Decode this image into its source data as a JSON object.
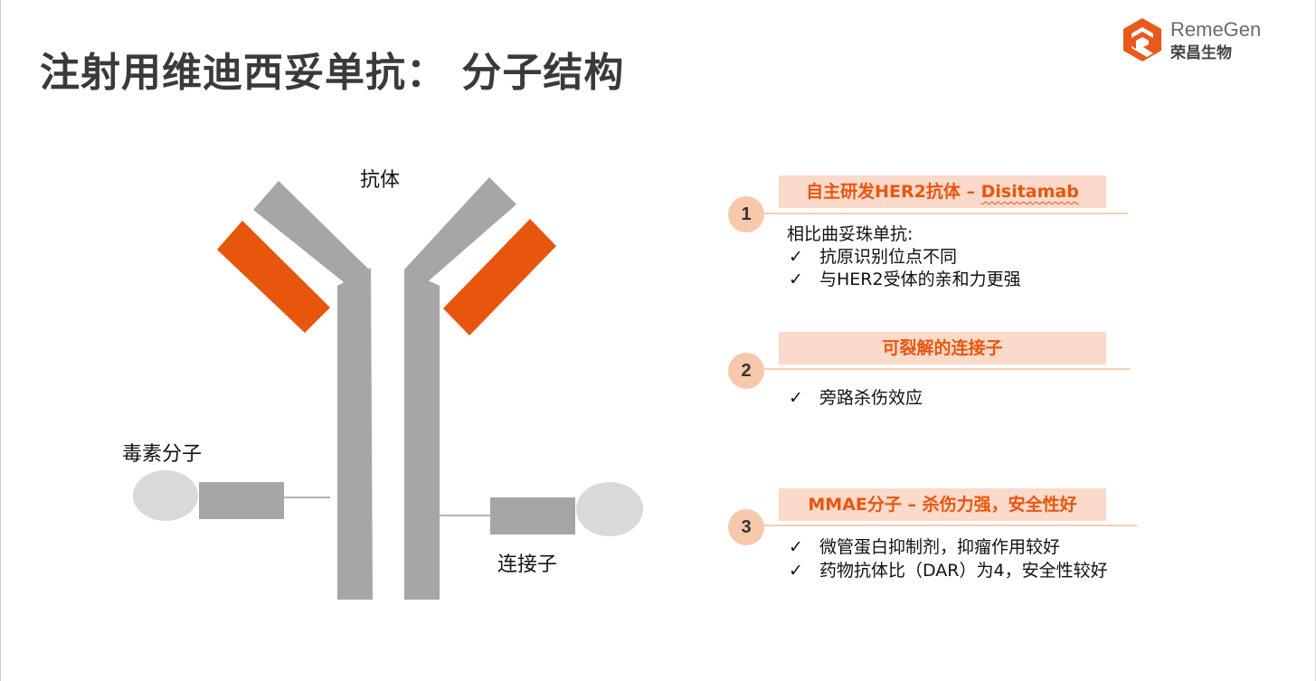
{
  "title": "注射用维迪西妥单抗： 分子结构",
  "logo": {
    "name_en": "RemeGen",
    "name_cn": "荣昌生物",
    "icon": "remegen-logo-icon",
    "color": "#e85a1a"
  },
  "diagram": {
    "label_antibody": "抗体",
    "label_toxin": "毒素分子",
    "label_linker": "连接子",
    "colors": {
      "grey": "#a6a6a6",
      "orange": "#e8560e",
      "light_grey": "#d9d9d9"
    }
  },
  "points": [
    {
      "number": "1",
      "header_main": "自主研发HER2抗体 – ",
      "header_name": "Disitamab",
      "intro": "相比曲妥珠单抗:",
      "items": [
        "抗原识别位点不同",
        "与HER2受体的亲和力更强"
      ]
    },
    {
      "number": "2",
      "header": "可裂解的连接子",
      "items": [
        "旁路杀伤效应"
      ]
    },
    {
      "number": "3",
      "header": "MMAE分子 – 杀伤力强，安全性好",
      "items": [
        "微管蛋白抑制剂，抑瘤作用较好",
        "药物抗体比（DAR）为4，安全性较好"
      ]
    }
  ],
  "check_glyph": "✓"
}
